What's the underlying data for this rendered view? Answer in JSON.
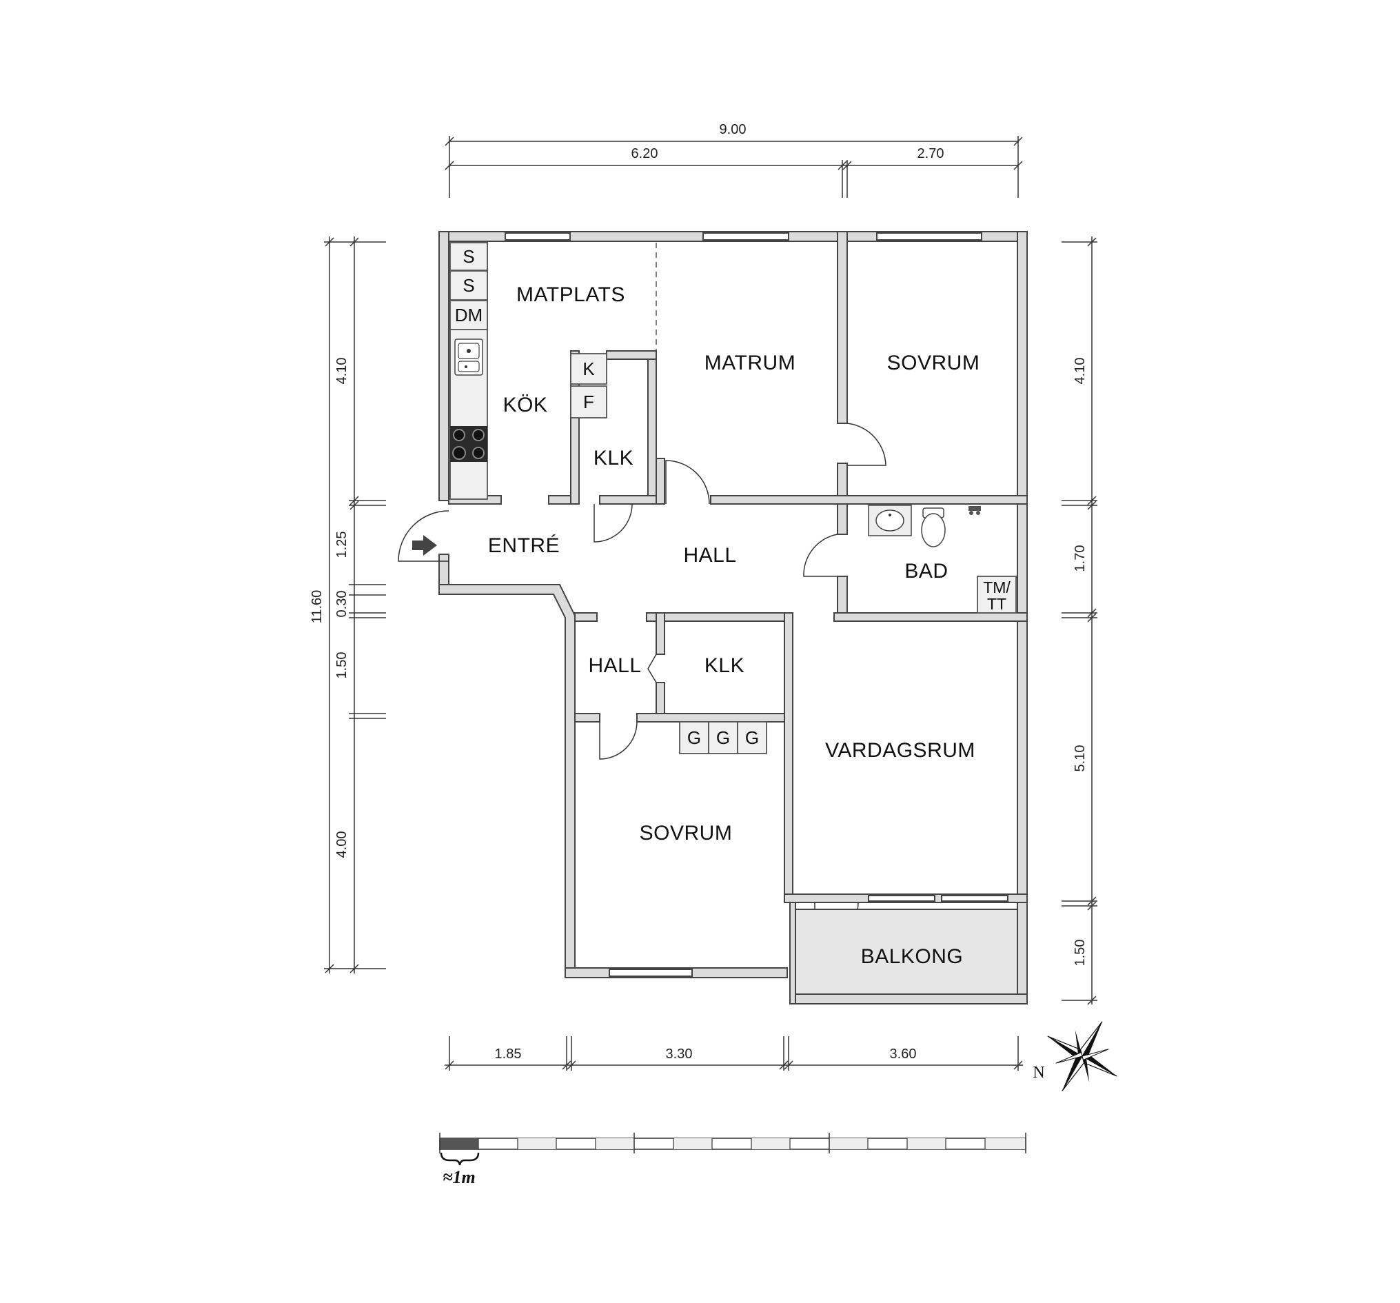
{
  "dimensions": {
    "top_total": "9.00",
    "top_left": "6.20",
    "top_right": "2.70",
    "left_total": "11.60",
    "left_1": "4.10",
    "left_2": "1.25",
    "left_3": "0.30",
    "left_4": "1.50",
    "left_5": "4.00",
    "right_1": "4.10",
    "right_2": "1.70",
    "right_3": "5.10",
    "right_4": "1.50",
    "bottom_1": "1.85",
    "bottom_2": "3.30",
    "bottom_3": "3.60"
  },
  "rooms": {
    "matplats": "MATPLATS",
    "kok": "KÖK",
    "klk_top": "KLK",
    "matrum": "MATRUM",
    "sovrum_top": "SOVRUM",
    "entre": "ENTRÉ",
    "hall_main": "HALL",
    "bad": "BAD",
    "hall_small": "HALL",
    "klk_bottom": "KLK",
    "vardagsrum": "VARDAGSRUM",
    "sovrum_bottom": "SOVRUM",
    "balkong": "BALKONG"
  },
  "fixtures": {
    "s1": "S",
    "s2": "S",
    "dm": "DM",
    "k": "K",
    "f": "F",
    "g1": "G",
    "g2": "G",
    "g3": "G",
    "tm": "TM/",
    "tt": "TT"
  },
  "compass": {
    "label": "N"
  },
  "scale": {
    "label": "≈1m"
  }
}
